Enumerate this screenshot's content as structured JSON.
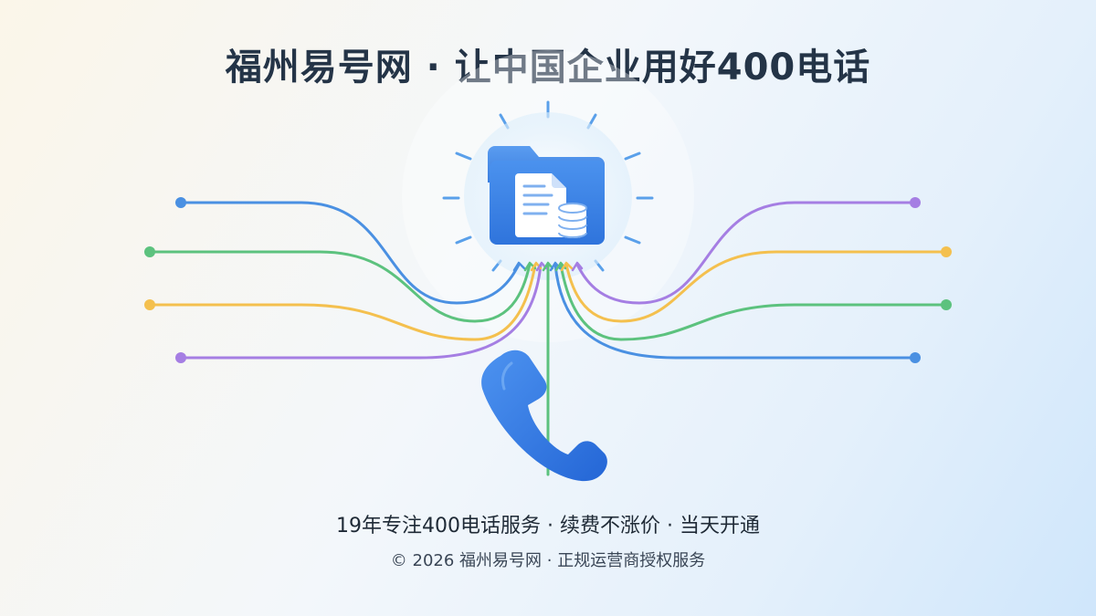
{
  "header": {
    "title": "福州易号网 · 让中国企业用好400电话"
  },
  "footer": {
    "tagline": "19年专注400电话服务 · 续费不涨价 · 当天开通",
    "copyright": "© 2026 福州易号网 · 正规运营商授权服务"
  },
  "colors": {
    "blue": "#4a90e2",
    "green": "#5cc27e",
    "orange": "#f4c04e",
    "purple": "#a57ee3",
    "phone": "#2f78e4",
    "folder": "#3f86e6",
    "title": "#243447"
  },
  "icons": {
    "hub": "folder-document-database-icon",
    "phone": "telephone-handset-icon"
  }
}
